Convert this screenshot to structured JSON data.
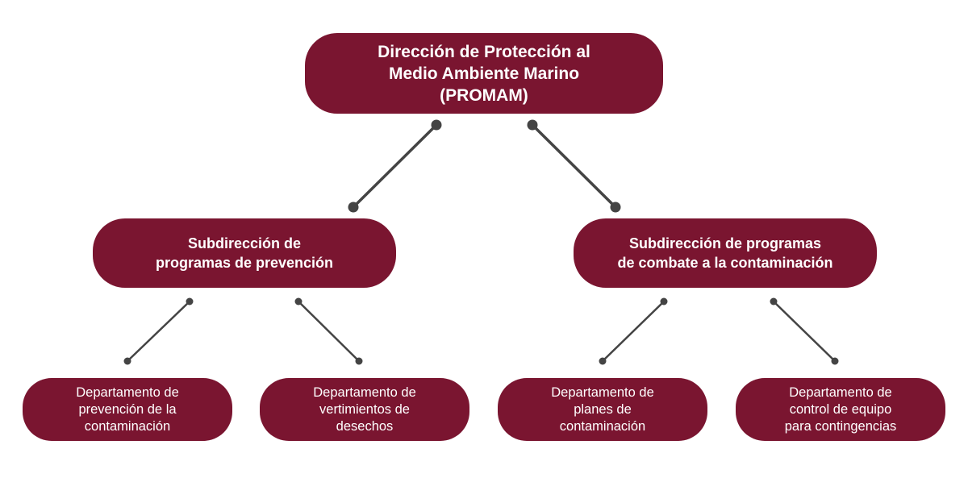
{
  "colors": {
    "box": "#7a1530",
    "text": "#ffffff",
    "connector": "#444444"
  },
  "root": {
    "label": "Dirección de Protección al\nMedio Ambiente Marino\n(PROMAM)"
  },
  "subdirecciones": [
    {
      "label": "Subdirección de\nprogramas de prevención"
    },
    {
      "label": "Subdirección de programas\nde combate a la contaminación"
    }
  ],
  "departamentos": [
    {
      "label": "Departamento de\nprevención de la\ncontaminación"
    },
    {
      "label": "Departamento de\nvertimientos de\ndesechos"
    },
    {
      "label": "Departamento de\nplanes de\ncontaminación"
    },
    {
      "label": "Departamento de\ncontrol de equipo\npara contingencias"
    }
  ]
}
